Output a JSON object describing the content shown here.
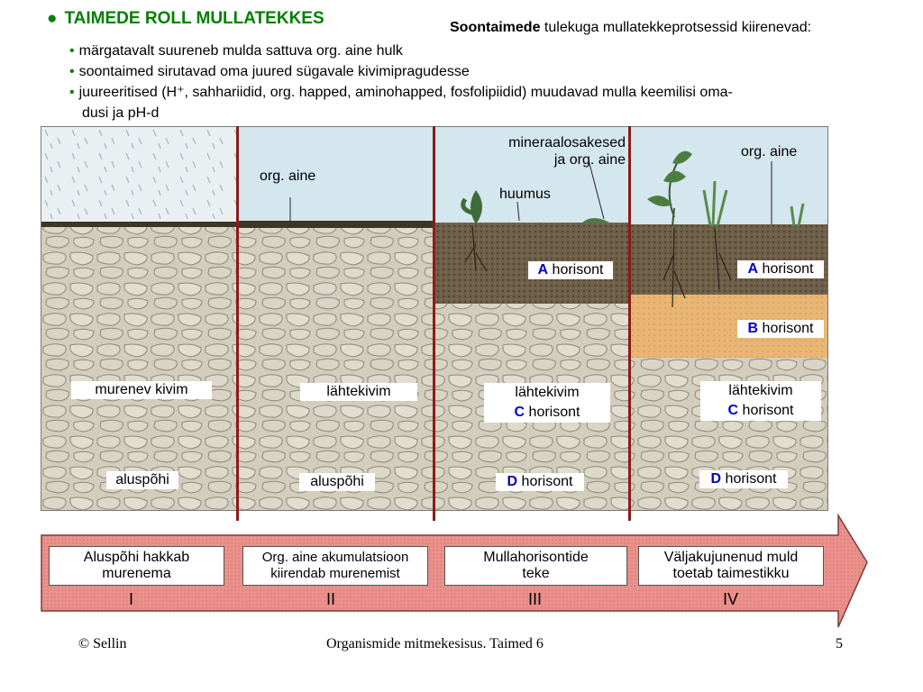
{
  "title": {
    "bullet": "●",
    "text": "TAIMEDE ROLL MULLATEKKES"
  },
  "subtitle": {
    "bold": "Soontaimede",
    "rest": " tulekuga mullatekkeprotsessid kiirenevad:"
  },
  "bullets": [
    {
      "dot": "•",
      "text": "märgatavalt suureneb mulda sattuva org. aine hulk"
    },
    {
      "dot": "•",
      "text": "soontaimed sirutavad oma juured sügavale kivimipragudesse"
    },
    {
      "dot": "•",
      "text": "juureeritised (H⁺, sahhariidid, org. happed, aminohapped, fosfolipiidid) muudavad mulla keemilisi oma-",
      "cont": "dusi ja pH-d"
    }
  ],
  "diagram": {
    "labels": {
      "murenev_kivim": "murenev kivim",
      "aluspohi_1": "aluspõhi",
      "org_aine_2": "org. aine",
      "lahtekivim_2": "lähtekivim",
      "aluspohi_2": "aluspõhi",
      "mineraal_1": "mineraalosakesed",
      "mineraal_2": "ja org. aine",
      "huumus": "huumus",
      "a3_letter": "A",
      "a3_word": " horisont",
      "lahtekivim_3": "lähtekivim",
      "c3_letter": "C",
      "c3_word": " horisont",
      "d3_letter": "D",
      "d3_word": " horisont",
      "org_aine_4": "org. aine",
      "a4_letter": "A",
      "a4_word": " horisont",
      "b4_letter": "B",
      "b4_word": " horisont",
      "lahtekivim_4": "lähtekivim",
      "c4_letter": "C",
      "c4_word": " horisont",
      "d4_letter": "D",
      "d4_word": " horisont"
    }
  },
  "timeline": {
    "stages": [
      {
        "line1": "Aluspõhi hakkab",
        "line2": "murenema",
        "roman": "I"
      },
      {
        "line1": "Org. aine akumulatsioon",
        "line2": "kiirendab murenemist",
        "roman": "II"
      },
      {
        "line1": "Mullahorisontide",
        "line2": "teke",
        "roman": "III"
      },
      {
        "line1": "Väljakujunenud muld",
        "line2": "toetab taimestikku",
        "roman": "IV"
      }
    ]
  },
  "footer": {
    "left": "© Sellin",
    "center": "Organismide mitmekesisus. Taimed 6",
    "right": "5"
  },
  "colors": {
    "title_green": "#008000",
    "horizon_blue": "#0000cc",
    "divider": "#8b1b1b",
    "arrow_fill": "#e88a86"
  }
}
